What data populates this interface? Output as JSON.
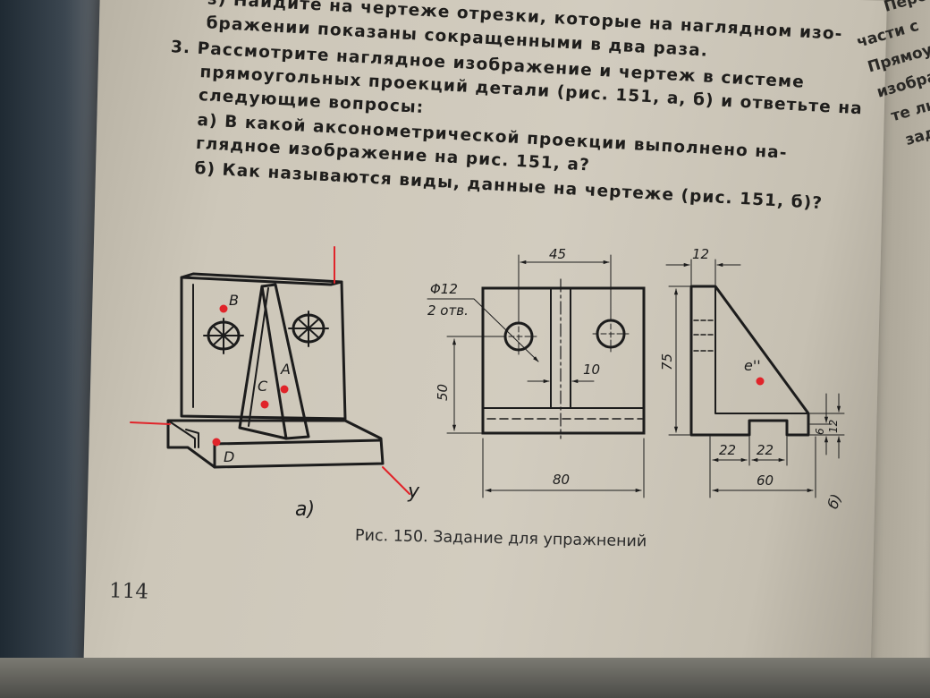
{
  "textbook": {
    "item_z": "з) Найдите на чертеже отрезки, которые на наглядном изо-",
    "item_z_cont": "бражении показаны сокращенными в два раза.",
    "q3_line1": "3.  Рассмотрите наглядное изображение и чертеж в системе",
    "q3_line2": "прямоугольных проекций детали (рис. 151, а, б) и ответьте на",
    "q3_line3": "следующие вопросы:",
    "q3_a_line1": "а) В какой аксонометрической проекции выполнено на-",
    "q3_a_line2": "глядное изображение на рис. 151, а?",
    "q3_b": "б) Как называются виды, данные на чертеже (рис. 151, б)?"
  },
  "side_page": {
    "lines": [
      "Пере",
      "части с",
      "Прямоу",
      "изображ",
      "те лини",
      "заданн"
    ]
  },
  "figure_a": {
    "label": "а)",
    "axis_y": "y",
    "points": [
      "B",
      "A",
      "C",
      "D"
    ]
  },
  "figure_b": {
    "label": "б)",
    "hole_label": "Φ12",
    "hole_count": "2 отв.",
    "point_label": "e''",
    "dims": {
      "top_width": "45",
      "slot_width": "10",
      "height_to_hole": "50",
      "total_width": "80",
      "side_top": "12",
      "side_height": "75",
      "step_a": "22",
      "step_b": "22",
      "side_total": "60",
      "base_small": "6",
      "base_height": "12"
    }
  },
  "caption": "Рис. 150. Задание для упражнений",
  "page_number": "114",
  "colors": {
    "paper": "#d2ccbf",
    "ink": "#1c1c1c",
    "marker_red": "#e0242a"
  }
}
